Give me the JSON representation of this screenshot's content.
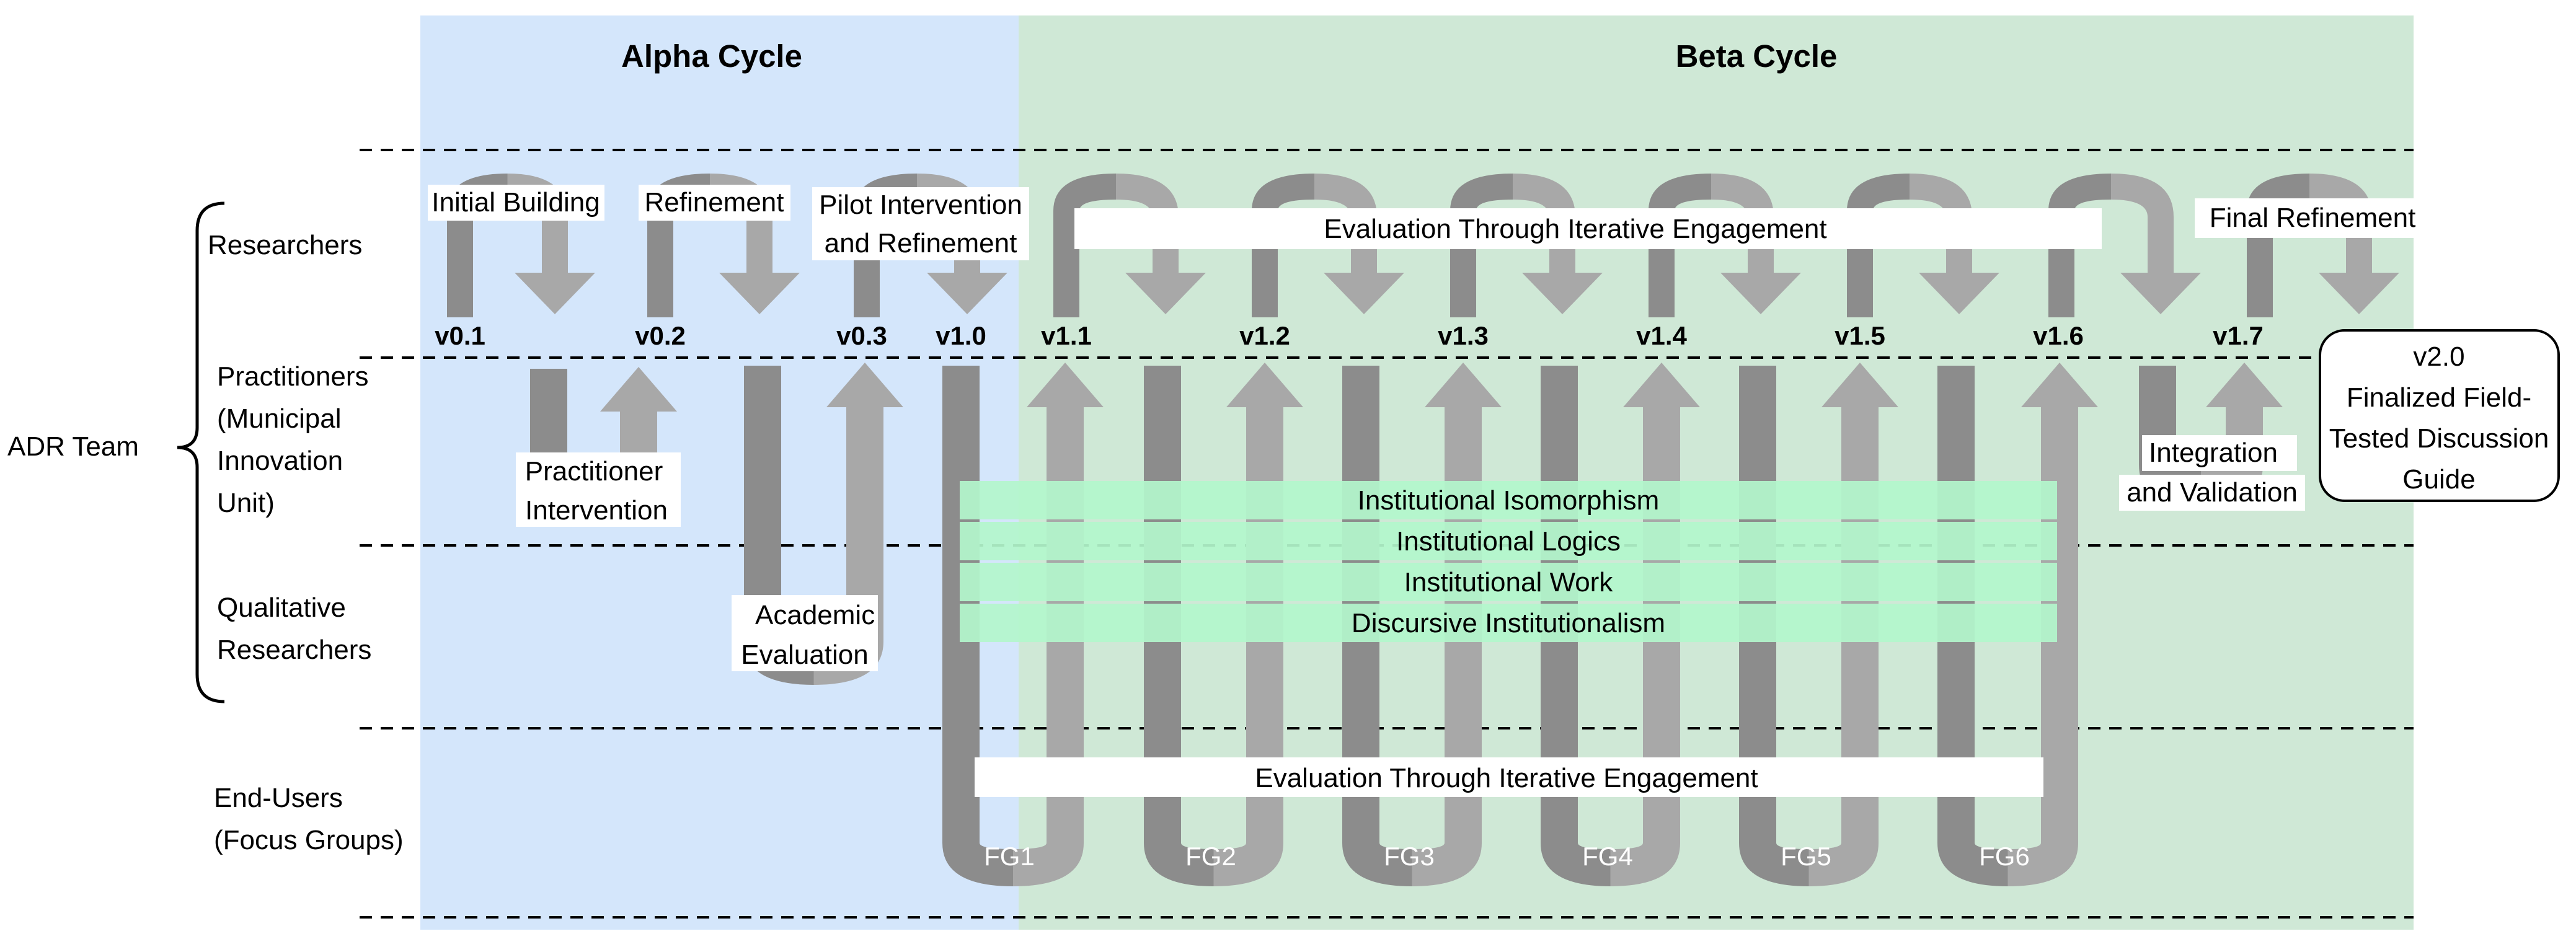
{
  "phases": {
    "alpha": "Alpha Cycle",
    "beta": "Beta Cycle"
  },
  "team_label": "ADR Team",
  "roles": {
    "researchers": "Researchers",
    "practitioners": [
      "Practitioners",
      "(Municipal",
      "Innovation",
      "Unit)"
    ],
    "qualitative": [
      "Qualitative",
      "Researchers"
    ],
    "end_users": [
      "End-Users",
      "(Focus Groups)"
    ]
  },
  "versions": [
    "v0.1",
    "v0.2",
    "v0.3",
    "v1.0",
    "v1.1",
    "v1.2",
    "v1.3",
    "v1.4",
    "v1.5",
    "v1.6",
    "v1.7"
  ],
  "step_labels": {
    "initial_building": "Initial Building",
    "refinement": "Refinement",
    "pilot": [
      "Pilot Intervention",
      "and Refinement"
    ],
    "practitioner_intervention": [
      "Practitioner",
      "Intervention"
    ],
    "academic_evaluation": [
      "Academic",
      "Evaluation"
    ],
    "evaluation_top": "Evaluation Through Iterative Engagement",
    "evaluation_bottom": "Evaluation Through Iterative Engagement",
    "final_refinement": "Final Refinement",
    "integration": [
      "Integration",
      "and Validation"
    ]
  },
  "lenses": [
    "Institutional Isomorphism",
    "Institutional Logics",
    "Institutional Work",
    "Discursive Institutionalism"
  ],
  "focus_groups": [
    "FG1",
    "FG2",
    "FG3",
    "FG4",
    "FG5",
    "FG6"
  ],
  "final_output": [
    "v2.0",
    "Finalized Field-",
    "Tested Discussion",
    "Guide"
  ],
  "colors": {
    "alpha_bg": "#d4e6fb",
    "beta_bg": "#cfe8d6",
    "lens_fill": "#b3f6cc",
    "arrow_dark": "#8c8c8c",
    "arrow_light": "#a8a8a8"
  }
}
